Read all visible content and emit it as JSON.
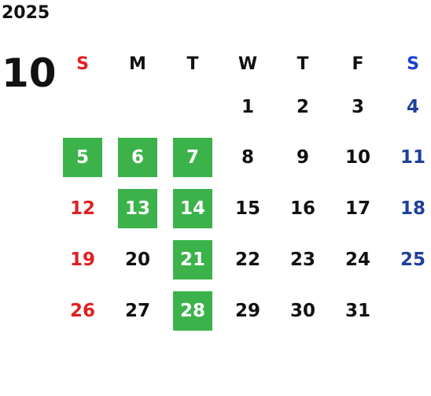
{
  "year": "2025",
  "month": "10",
  "colors": {
    "sunday": "#e02020",
    "saturday": "#1f3f9a",
    "highlight": "#3cb34a",
    "highlight_text": "#ffffff",
    "default": "#111111"
  },
  "weekdays": [
    "S",
    "M",
    "T",
    "W",
    "T",
    "F",
    "S"
  ],
  "weeks": [
    [
      null,
      null,
      null,
      "1",
      "2",
      "3",
      "4"
    ],
    [
      "5",
      "6",
      "7",
      "8",
      "9",
      "10",
      "11"
    ],
    [
      "12",
      "13",
      "14",
      "15",
      "16",
      "17",
      "18"
    ],
    [
      "19",
      "20",
      "21",
      "22",
      "23",
      "24",
      "25"
    ],
    [
      "26",
      "27",
      "28",
      "29",
      "30",
      "31",
      null
    ]
  ],
  "highlighted_days": [
    "5",
    "6",
    "7",
    "13",
    "14",
    "21",
    "28"
  ]
}
